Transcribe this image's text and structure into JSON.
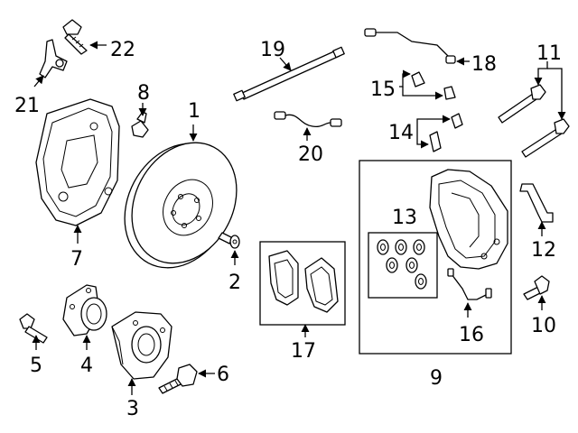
{
  "diagram": {
    "parts": [
      {
        "id": "p1",
        "label": "1"
      },
      {
        "id": "p2",
        "label": "2"
      },
      {
        "id": "p3",
        "label": "3"
      },
      {
        "id": "p4",
        "label": "4"
      },
      {
        "id": "p5",
        "label": "5"
      },
      {
        "id": "p6",
        "label": "6"
      },
      {
        "id": "p7",
        "label": "7"
      },
      {
        "id": "p8",
        "label": "8"
      },
      {
        "id": "p9",
        "label": "9"
      },
      {
        "id": "p10",
        "label": "10"
      },
      {
        "id": "p11",
        "label": "11"
      },
      {
        "id": "p12",
        "label": "12"
      },
      {
        "id": "p13",
        "label": "13"
      },
      {
        "id": "p14",
        "label": "14"
      },
      {
        "id": "p15",
        "label": "15"
      },
      {
        "id": "p16",
        "label": "16"
      },
      {
        "id": "p17",
        "label": "17"
      },
      {
        "id": "p18",
        "label": "18"
      },
      {
        "id": "p19",
        "label": "19"
      },
      {
        "id": "p20",
        "label": "20"
      },
      {
        "id": "p21",
        "label": "21"
      },
      {
        "id": "p22",
        "label": "22"
      }
    ]
  }
}
